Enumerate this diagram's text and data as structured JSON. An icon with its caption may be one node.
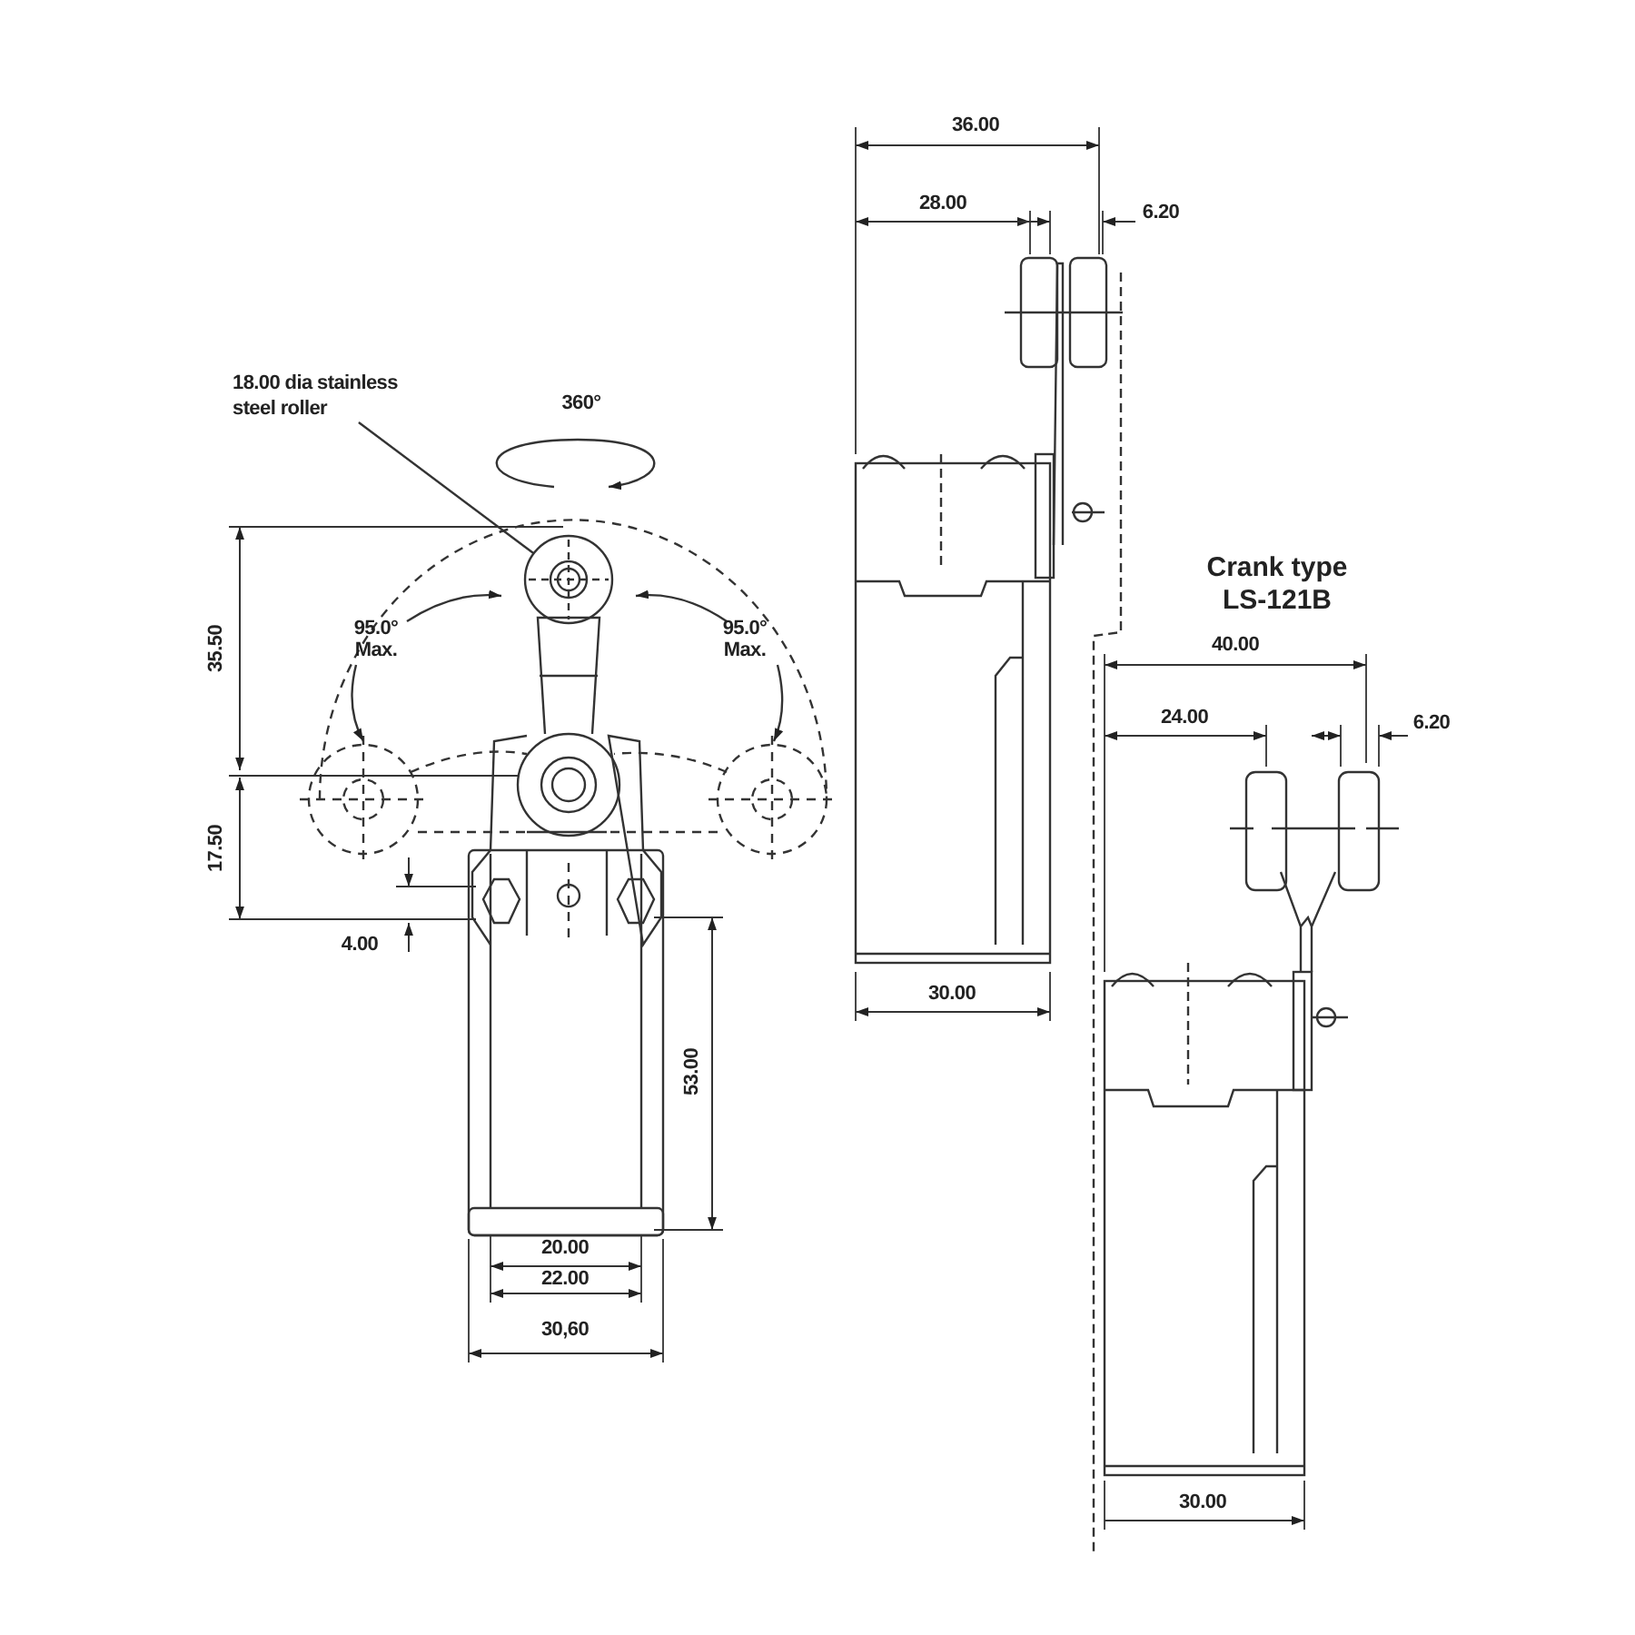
{
  "diagram": {
    "nodes": [
      {
        "text": [
          "18.00 dia stainless steel roller"
        ]
      },
      {
        "text": [],
        "shape": "circle"
      }
    ],
    "edges": [
      {
        "from": 0,
        "to": 1,
        "arrow": "none"
      }
    ],
    "labels": [
      "360°",
      "95.0° Max.",
      "95.0° Max.",
      "35.50",
      "17.50",
      "4.00",
      "53.00",
      "20.00",
      "22.00",
      "30,60",
      "36.00",
      "28.00",
      "6.20",
      "30.00",
      "Crank type LS-121B",
      "40.00",
      "24.00",
      "6.20",
      "30.00"
    ]
  }
}
